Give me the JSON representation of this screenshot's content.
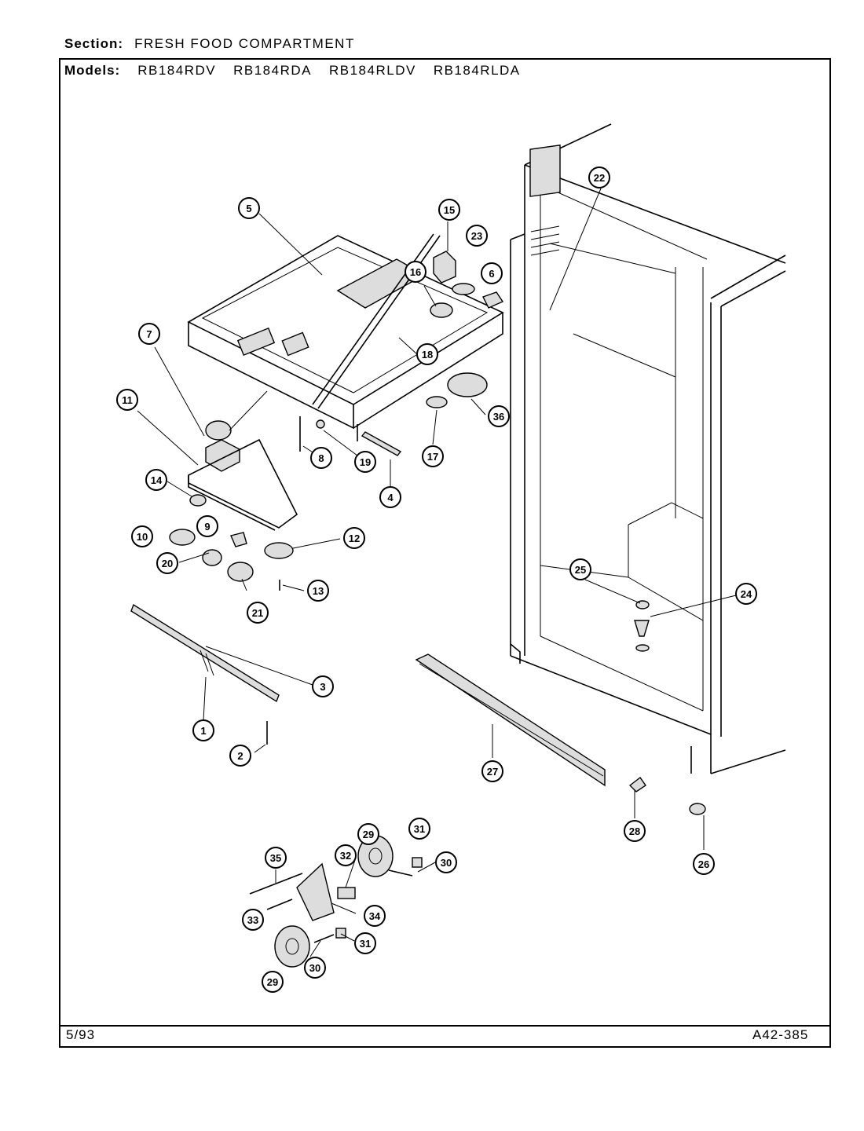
{
  "header": {
    "section_label": "Section:",
    "section_value": "FRESH FOOD COMPARTMENT",
    "models_label": "Models:",
    "models": [
      "RB184RDV",
      "RB184RDA",
      "RB184RLDV",
      "RB184RLDA"
    ]
  },
  "footer": {
    "date": "5/93",
    "code": "A42-385"
  },
  "callouts": [
    {
      "id": "c1",
      "text": "1"
    },
    {
      "id": "c2",
      "text": "2"
    },
    {
      "id": "c3",
      "text": "3"
    },
    {
      "id": "c4",
      "text": "4"
    },
    {
      "id": "c5",
      "text": "5"
    },
    {
      "id": "c6",
      "text": "6"
    },
    {
      "id": "c7",
      "text": "7"
    },
    {
      "id": "c8",
      "text": "8"
    },
    {
      "id": "c9",
      "text": "9"
    },
    {
      "id": "c10",
      "text": "10"
    },
    {
      "id": "c11",
      "text": "11"
    },
    {
      "id": "c12",
      "text": "12"
    },
    {
      "id": "c13",
      "text": "13"
    },
    {
      "id": "c14",
      "text": "14"
    },
    {
      "id": "c15",
      "text": "15"
    },
    {
      "id": "c16",
      "text": "16"
    },
    {
      "id": "c17",
      "text": "17"
    },
    {
      "id": "c18",
      "text": "18"
    },
    {
      "id": "c19",
      "text": "19"
    },
    {
      "id": "c20",
      "text": "20"
    },
    {
      "id": "c21",
      "text": "21"
    },
    {
      "id": "c22",
      "text": "22"
    },
    {
      "id": "c23",
      "text": "23"
    },
    {
      "id": "c24",
      "text": "24"
    },
    {
      "id": "c25",
      "text": "25"
    },
    {
      "id": "c26",
      "text": "26"
    },
    {
      "id": "c27",
      "text": "27"
    },
    {
      "id": "c28",
      "text": "28"
    },
    {
      "id": "c29a",
      "text": "29"
    },
    {
      "id": "c29b",
      "text": "29"
    },
    {
      "id": "c30a",
      "text": "30"
    },
    {
      "id": "c30b",
      "text": "30"
    },
    {
      "id": "c31a",
      "text": "31"
    },
    {
      "id": "c31b",
      "text": "31"
    },
    {
      "id": "c32",
      "text": "32"
    },
    {
      "id": "c33",
      "text": "33"
    },
    {
      "id": "c34",
      "text": "34"
    },
    {
      "id": "c35",
      "text": "35"
    },
    {
      "id": "c36",
      "text": "36"
    }
  ]
}
